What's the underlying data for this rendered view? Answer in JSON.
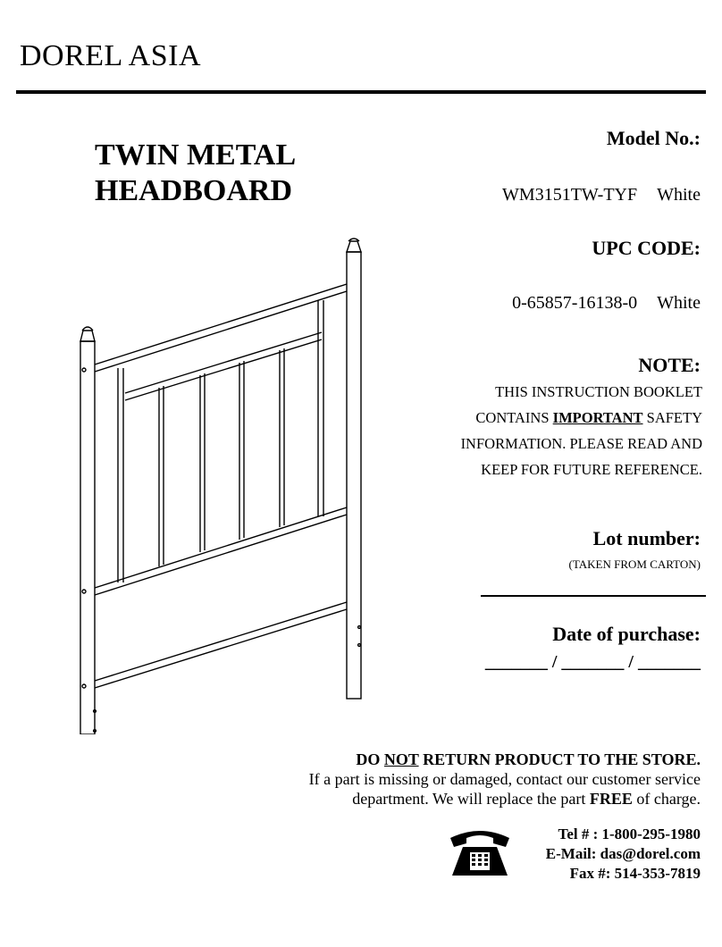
{
  "brand": "DOREL ASIA",
  "title_line1": "TWIN METAL",
  "title_line2": "HEADBOARD",
  "model": {
    "label": "Model No.:",
    "number": "WM3151TW-TYF",
    "color": "White"
  },
  "upc": {
    "label": "UPC CODE:",
    "number": "0-65857-16138-0",
    "color": "White"
  },
  "note": {
    "label": "NOTE:",
    "line1": "THIS INSTRUCTION BOOKLET",
    "line2_pre": "CONTAINS ",
    "line2_important": "IMPORTANT",
    "line2_post": " SAFETY",
    "line3": "INFORMATION. PLEASE READ AND",
    "line4": "KEEP FOR FUTURE REFERENCE."
  },
  "lot": {
    "label": "Lot number:",
    "hint": "(TAKEN FROM CARTON)"
  },
  "purchase": {
    "label": "Date of purchase:",
    "blanks": "_______ / _______ / _______"
  },
  "warning": {
    "pre": "DO ",
    "not": "NOT",
    "post": " RETURN PRODUCT TO THE STORE.",
    "line2": "If a part is missing or damaged, contact our customer service",
    "line3_pre": "department. We will replace the part ",
    "line3_free": "FREE",
    "line3_post": " of charge."
  },
  "contact": {
    "tel": "Tel # : 1-800-295-1980",
    "email": "E-Mail: das@dorel.com",
    "fax": "Fax #: 514-353-7819"
  },
  "icons": {
    "phone": "telephone-icon",
    "illustration": "headboard-illustration"
  }
}
